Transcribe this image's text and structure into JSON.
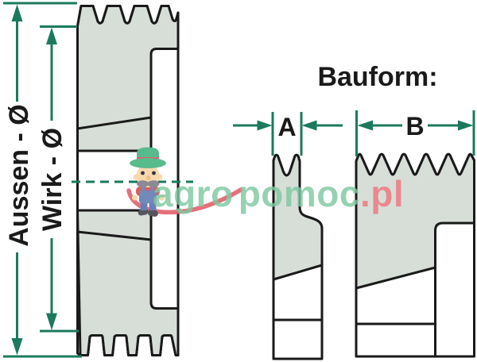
{
  "diagram": {
    "left_dimension_labels": {
      "outer": "Aussen - Ø",
      "effective": "Wirk - Ø"
    },
    "bauform": {
      "title": "Bauform:",
      "variant_a": "A",
      "variant_b": "B"
    },
    "watermark": {
      "part1": "agro",
      "part2": "pomoc",
      "part3": ".pl"
    },
    "icons": {
      "mascot": "farmer-mascot"
    },
    "colors": {
      "dimension_green": "#1b7a5e",
      "outline_black": "#1a1a1a",
      "section_fill": "#d7ded8",
      "watermark_green": "#7fc9a1",
      "watermark_red": "#ed777e",
      "background": "#ffffff"
    }
  }
}
